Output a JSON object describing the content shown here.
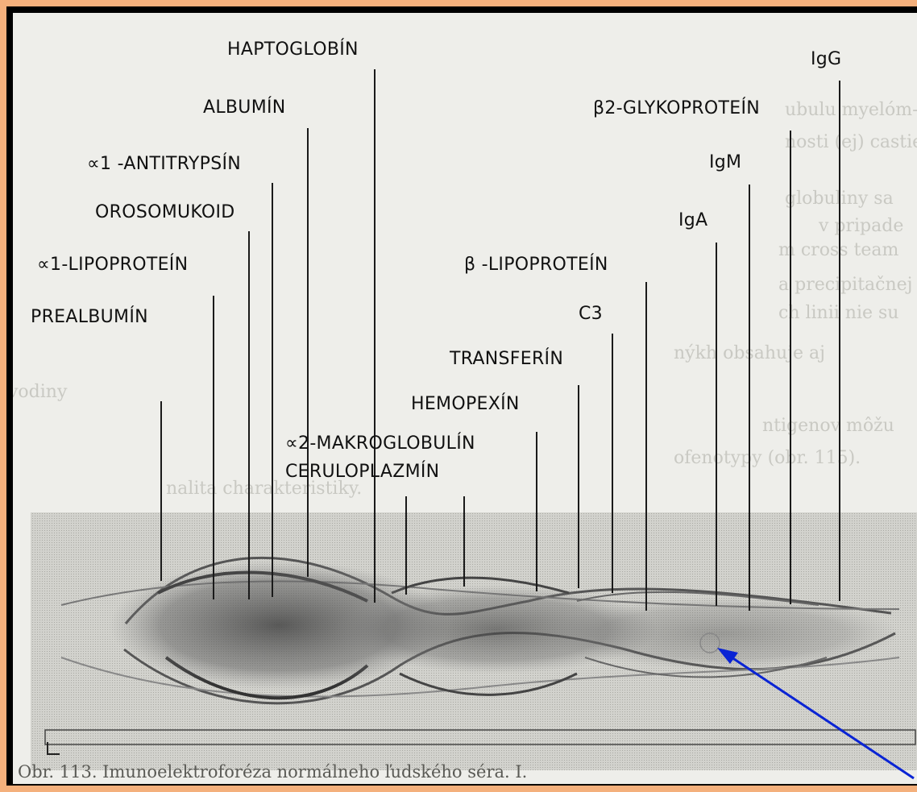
{
  "figure": {
    "labels": [
      {
        "id": "haptoglobin",
        "text": "HAPTOGLOBÍN"
      },
      {
        "id": "albumin",
        "text": "ALBUMÍN"
      },
      {
        "id": "a1-antitrypsin",
        "text": "∝1 -ANTITRYPSÍN"
      },
      {
        "id": "orosomukoid",
        "text": "OROSOMUKOID"
      },
      {
        "id": "a1-lipoprotein",
        "text": "∝1-LIPOPROTEÍN"
      },
      {
        "id": "prealbumin",
        "text": "PREALBUMÍN"
      },
      {
        "id": "a2-makroglobulin",
        "text": "∝2-MAKROGLOBULÍN"
      },
      {
        "id": "ceruloplazmin",
        "text": "CERULOPLAZMÍN"
      },
      {
        "id": "hemopexin",
        "text": "HEMOPEXÍN"
      },
      {
        "id": "transferin",
        "text": "TRANSFERÍN"
      },
      {
        "id": "c3",
        "text": "C3"
      },
      {
        "id": "b-lipoprotein",
        "text": "β -LIPOPROTEÍN"
      },
      {
        "id": "iga",
        "text": "IgA"
      },
      {
        "id": "igm",
        "text": "IgM"
      },
      {
        "id": "b2-glykoprotein",
        "text": "β2-GLYKOPROTEÍN"
      },
      {
        "id": "igg",
        "text": "IgG"
      }
    ]
  },
  "background_text": {
    "l1": "ubulu myelóm-",
    "l2": "nosti (ej) castie",
    "l3": "globuliny sa",
    "l4": "v pripade",
    "l5": "m cross team",
    "l6": "a precipitačnej",
    "l7": "ch linii nie su",
    "l8": "nýkh obsahuje aj",
    "l9": "vodiny",
    "l10": "ntigenov môžu",
    "l11": "ofenotypy (obr. 115).",
    "l12": "nalita charakteristiky.",
    "caption": "Obr. 113. Imunoelektroforéza normálneho ľudského séra. I."
  },
  "colors": {
    "frame": "#000000",
    "border": "#f4b07c",
    "arrow": "#0a24d4",
    "plate": "#c9c9c4"
  }
}
